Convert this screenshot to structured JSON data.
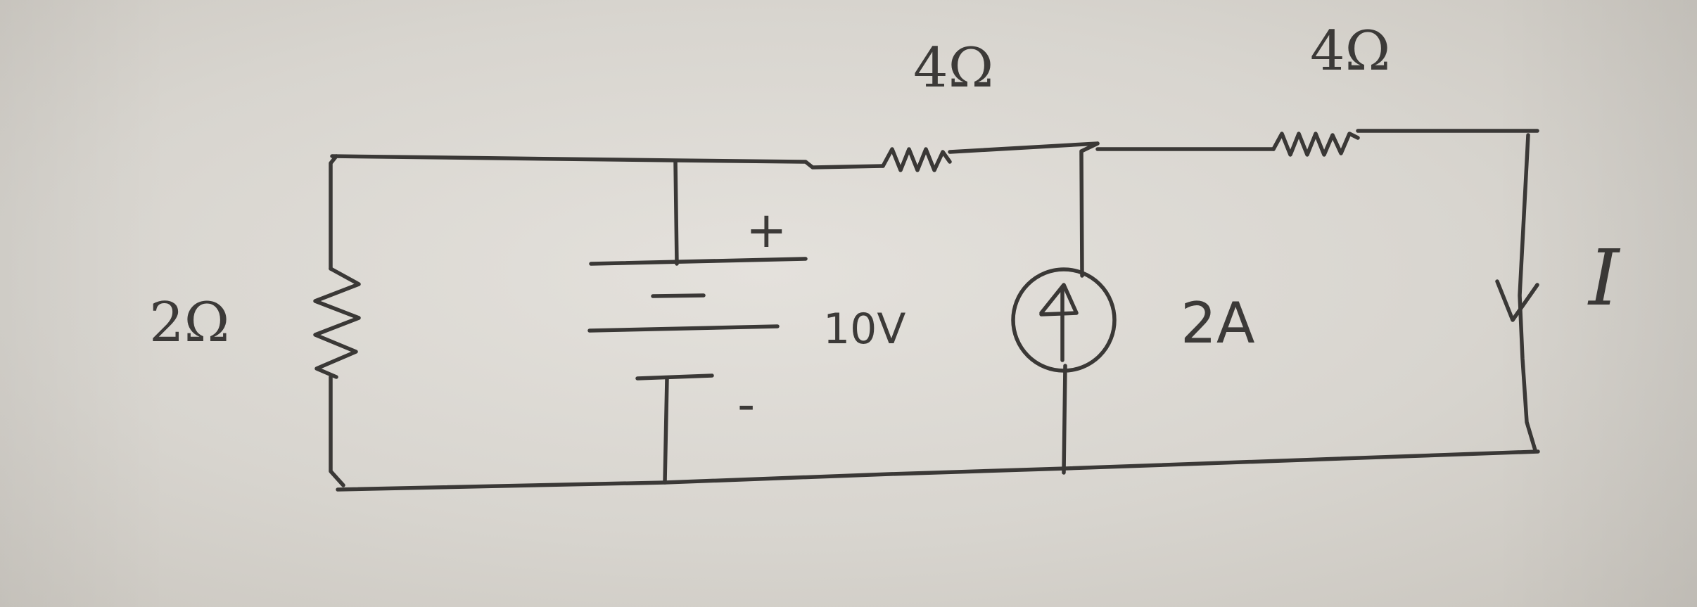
{
  "components": {
    "r_top_left": {
      "value": "4Ω"
    },
    "r_top_right": {
      "value": "4Ω"
    },
    "r_left": {
      "value": "2Ω"
    },
    "voltage_source": {
      "value": "10V",
      "plus": "+",
      "minus": "-"
    },
    "current_source": {
      "value": "2A"
    }
  },
  "current_label": "I"
}
